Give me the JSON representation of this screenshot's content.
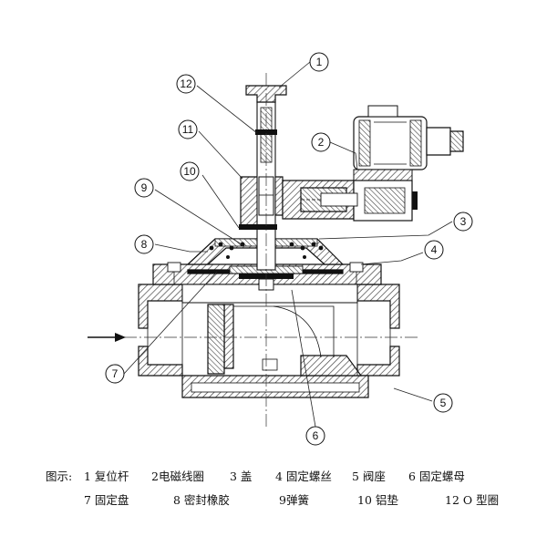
{
  "callouts": [
    "1",
    "2",
    "3",
    "4",
    "5",
    "6",
    "7",
    "8",
    "9",
    "10",
    "11",
    "12"
  ],
  "caption": {
    "prefix": "图示:",
    "row1": [
      "1 复位杆",
      "2电磁线圈",
      "3 盖",
      "4 固定螺丝",
      "5 阀座",
      "6 固定螺母"
    ],
    "row2": [
      "7 固定盘",
      "8 密封橡胶",
      "9弹簧",
      "10 铝垫",
      "12 O 型圈"
    ]
  },
  "colors": {
    "line": "#111111",
    "hatch": "#555555",
    "background": "#ffffff"
  },
  "flow_direction": "right"
}
